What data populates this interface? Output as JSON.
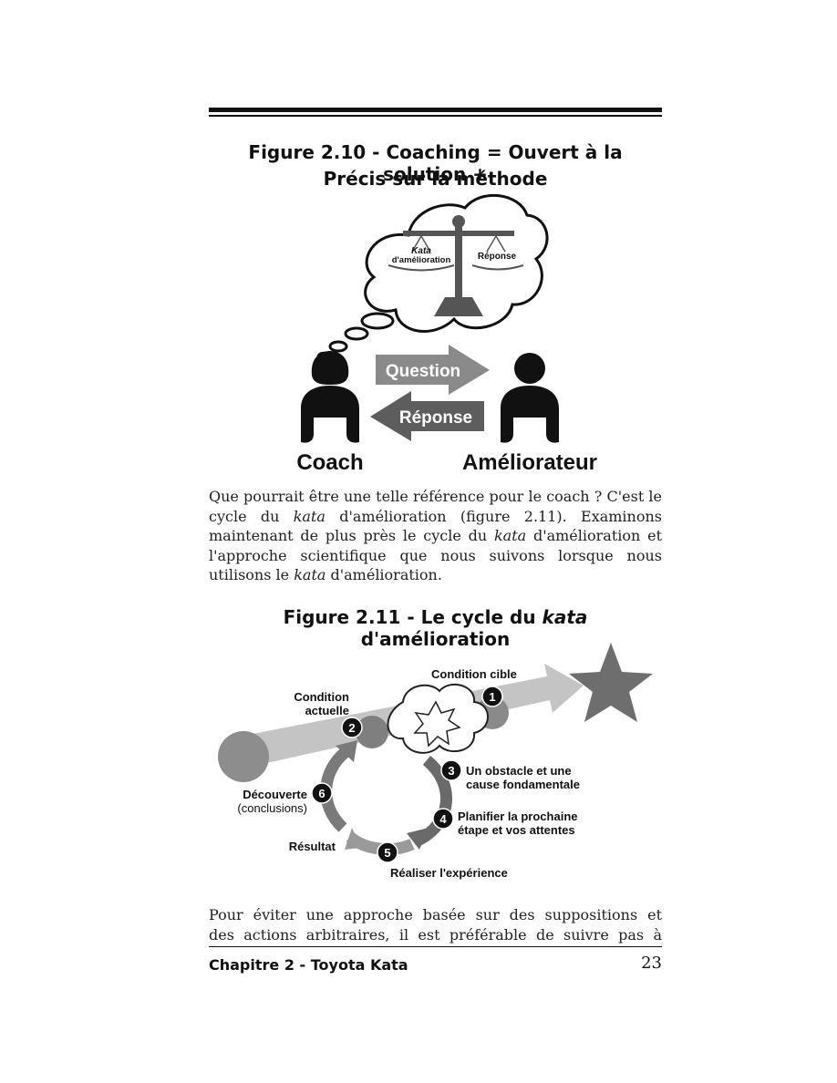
{
  "figure1": {
    "caption_line1": "Figure 2.10 - Coaching = Ouvert à la solution +",
    "caption_line2": "Précis sur la méthode",
    "scale_left_line1": "Kata",
    "scale_left_line2": "d'amélioration",
    "scale_right": "Réponse",
    "arrow_top": "Question",
    "arrow_bottom": "Réponse",
    "person_left": "Coach",
    "person_right": "Améliorateur"
  },
  "paragraph1": {
    "s1": "Que pourrait être une telle référence pour le coach ? C'est le cycle du ",
    "kata1": "kata",
    "s2": " d'amélioration (figure 2.11). Examinons maintenant de plus près le cycle du ",
    "kata2": "kata",
    "s3": " d'amélioration et l'approche scientifique que nous suivons lorsque nous utilisons le ",
    "kata3": "kata",
    "s4": " d'amélioration."
  },
  "figure2": {
    "caption_pre": "Figure 2.11 - Le cycle du ",
    "caption_kata": "kata",
    "caption_post": " d'amélioration",
    "label_condition_cible": "Condition cible",
    "label_condition_actuelle_1": "Condition",
    "label_condition_actuelle_2": "actuelle",
    "label_obstacle_1": "Un obstacle et une",
    "label_obstacle_2": "cause fondamentale",
    "label_planifier_1": "Planifier la prochaine",
    "label_planifier_2": "étape et vos attentes",
    "label_realiser": "Réaliser l'expérience",
    "label_resultat": "Résultat",
    "label_decouverte_1": "Découverte",
    "label_decouverte_2": "(conclusions)",
    "step_numbers": [
      "1",
      "2",
      "3",
      "4",
      "5",
      "6"
    ]
  },
  "paragraph2": {
    "line1": "Pour éviter une approche basée sur des suppositions et",
    "line2": "des actions arbitraires, il est préférable de suivre pas à"
  },
  "footer": {
    "chapter": "Chapitre 2 - Toyota Kata",
    "page_number": "23"
  }
}
